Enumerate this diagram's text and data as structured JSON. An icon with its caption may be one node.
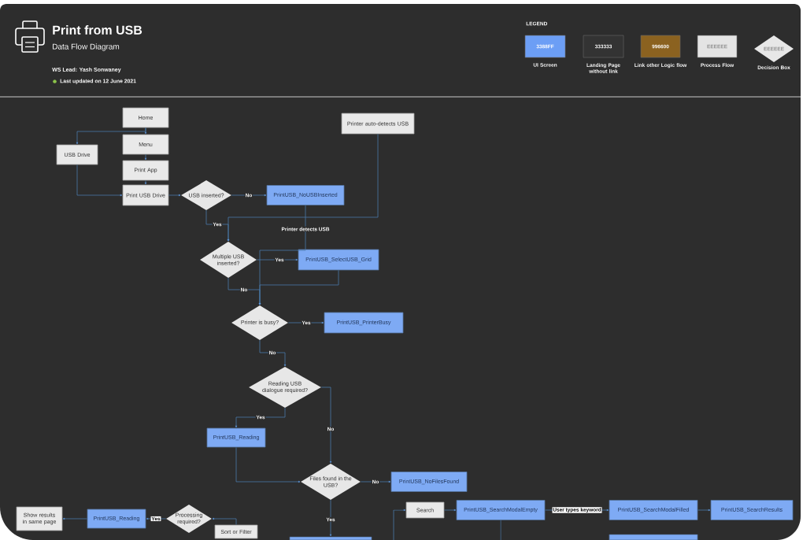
{
  "diagram": {
    "title": "Print from USB",
    "nodes": [
      {
        "text": [
          "Home"
        ]
      },
      {
        "text": [
          "Printer auto-detects USB"
        ]
      },
      {
        "text": [
          "USB Drive"
        ]
      },
      {
        "text": [
          "Menu"
        ]
      },
      {
        "text": [
          "Print App"
        ]
      },
      {
        "text": [
          "Print USB Drive"
        ]
      },
      {
        "text": [
          "USB inserted?"
        ]
      },
      {
        "text": [
          "PrintUSB_NoUSBInserted"
        ]
      },
      {
        "text": [
          "Multiple USB inserted?"
        ]
      },
      {
        "text": [
          "PrintUSB_SelectUSB_Grid"
        ]
      },
      {
        "text": [
          "Printer is busy?"
        ]
      },
      {
        "text": [
          "PrintUSB_PrinterBusy"
        ]
      },
      {
        "text": [
          "Reading USB dialogue required?"
        ]
      },
      {
        "text": [
          "PrintUSB_Reading"
        ]
      },
      {
        "text": [
          "Files found in the USB?"
        ]
      },
      {
        "text": [
          "PrintUSB_NoFilesFound"
        ]
      },
      {
        "text": [
          "Search"
        ]
      },
      {
        "text": [
          "PrintUSB_SearchModalEmpty"
        ]
      },
      {
        "text": [
          "PrintUSB_SearchModalFilled"
        ]
      },
      {
        "text": [
          "PrintUSB_SearchResults"
        ]
      },
      {
        "text": [
          "Show results in same page"
        ]
      },
      {
        "text": [
          "PrintUSB_Reading"
        ]
      },
      {
        "text": [
          "Processing required?"
        ]
      },
      {
        "text": [
          "Sort or Filter"
        ]
      },
      {
        "text": [],
        "shape": "box"
      },
      {
        "text": [],
        "shape": "box"
      }
    ],
    "edges": [
      {
        "from": 0,
        "to": 3,
        "arrow": "to"
      },
      {
        "from": 0,
        "to": 2,
        "arrow": "to"
      },
      {
        "from": 3,
        "to": 4,
        "arrow": "to"
      },
      {
        "from": 4,
        "to": 5,
        "arrow": "to"
      },
      {
        "from": 2,
        "to": 5,
        "arrow": "to"
      },
      {
        "from": 5,
        "to": 6,
        "arrow": "to"
      },
      {
        "from": 6,
        "to": 7,
        "arrow": "to",
        "label": "No"
      },
      {
        "from": 6,
        "to": 8,
        "arrow": "to",
        "label": "Yes"
      },
      {
        "from": 1,
        "to": 8,
        "arrow": "to"
      },
      {
        "from": 7,
        "to": 10,
        "arrow": "to",
        "label": "Printer detects USB"
      },
      {
        "from": 8,
        "to": 9,
        "arrow": "to",
        "label": "Yes"
      },
      {
        "from": 8,
        "to": 10,
        "arrow": "to",
        "label": "No"
      },
      {
        "from": 9,
        "to": 10,
        "arrow": "to"
      },
      {
        "from": 10,
        "to": 11,
        "arrow": "to",
        "label": "Yes"
      },
      {
        "from": 10,
        "to": 12,
        "arrow": "to",
        "label": "No"
      },
      {
        "from": 12,
        "to": 13,
        "arrow": "to",
        "label": "Yes"
      },
      {
        "from": 12,
        "to": 14,
        "arrow": "to",
        "label": "No"
      },
      {
        "from": 13,
        "to": 14,
        "arrow": "to"
      },
      {
        "from": 14,
        "to": 15,
        "arrow": "to",
        "label": "No"
      },
      {
        "from": 14,
        "to": 24,
        "arrow": "to",
        "label": "Yes"
      },
      {
        "from": null,
        "to": 16,
        "arrow": "to"
      },
      {
        "from": 16,
        "to": 17,
        "arrow": "to"
      },
      {
        "from": 17,
        "to": 18,
        "arrow": "to",
        "label": "User types keyword"
      },
      {
        "from": 18,
        "to": 19,
        "arrow": "to"
      },
      {
        "from": 17,
        "to": null,
        "arrow": "none"
      },
      {
        "from": 23,
        "to": 22,
        "arrow": "to"
      },
      {
        "from": 22,
        "to": 21,
        "arrow": "to",
        "label": "Yes"
      },
      {
        "from": 21,
        "to": 20,
        "arrow": "to"
      }
    ],
    "labels": [
      "Data Flow Diagram",
      "WS Lead: Yash Sonwaney",
      "Last updated on 12 June 2021",
      "LEGEND",
      "3388FF",
      "333333",
      "996600",
      "EEEEEE",
      "EEEEEE"
    ],
    "legend": [
      {
        "text": "UI Screen",
        "color": "#6c9ef5"
      },
      {
        "text": "Landing Page without link",
        "color": "#333333"
      },
      {
        "text": "Link other Logic flow",
        "color": "#8b6220"
      },
      {
        "text": "Process Flow",
        "color": "#e4e4e4"
      },
      {
        "text": "Decision Box"
      }
    ]
  }
}
